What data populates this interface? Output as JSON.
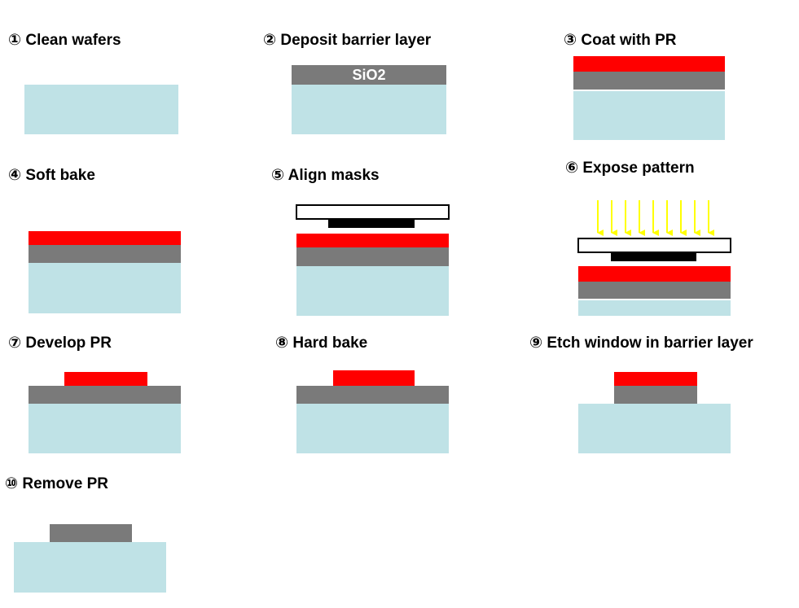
{
  "steps": [
    {
      "label": "① Clean wafers"
    },
    {
      "label": "② Deposit barrier layer",
      "oxide_text": "SiO2"
    },
    {
      "label": "③ Coat with PR"
    },
    {
      "label": "④ Soft bake"
    },
    {
      "label": "⑤ Align masks"
    },
    {
      "label": "⑥ Expose pattern"
    },
    {
      "label": "⑦ Develop PR"
    },
    {
      "label": "⑧ Hard bake"
    },
    {
      "label": "⑨ Etch window in barrier layer"
    },
    {
      "label": "⑩ Remove PR"
    }
  ],
  "colors": {
    "substrate": "#bfe2e6",
    "barrier_layer": "#7a7a7a",
    "photoresist": "#ff0000",
    "mask_chrome": "#000000",
    "uv_light": "#ffff00"
  }
}
